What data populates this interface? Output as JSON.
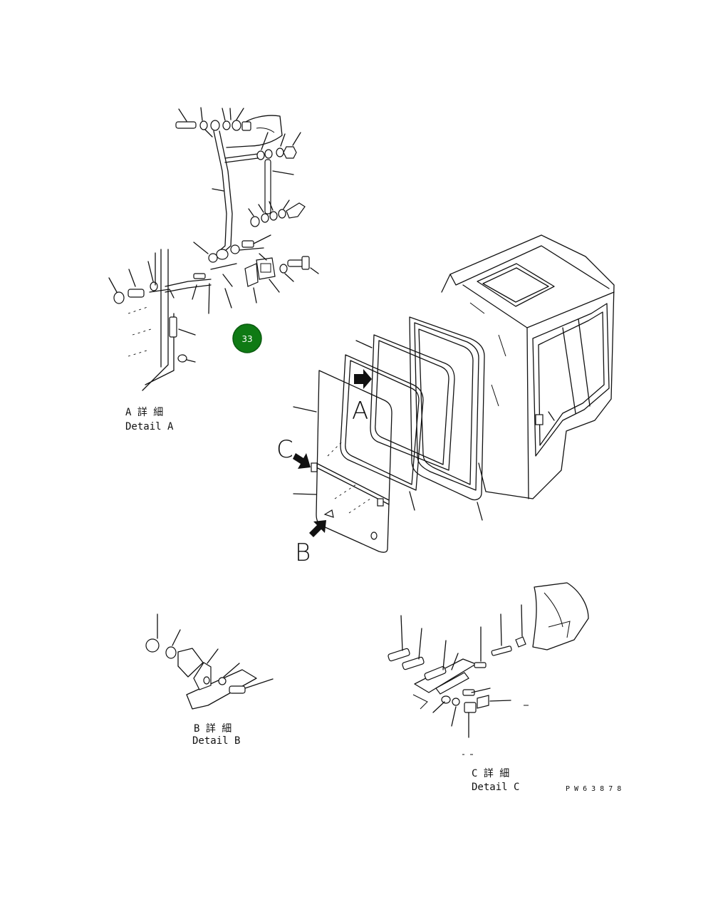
{
  "details": {
    "a": {
      "ja": "A 詳 細",
      "en": "Detail A"
    },
    "b": {
      "ja": "B 詳 細",
      "en": "Detail B"
    },
    "c": {
      "ja": "C 詳 細",
      "en": "Detail C"
    }
  },
  "callouts": {
    "a": "A",
    "b": "B",
    "c": "C"
  },
  "badge": {
    "label": "33",
    "color": "#0f7a14"
  },
  "drawing_no": "P W 6 3 8 7 8"
}
